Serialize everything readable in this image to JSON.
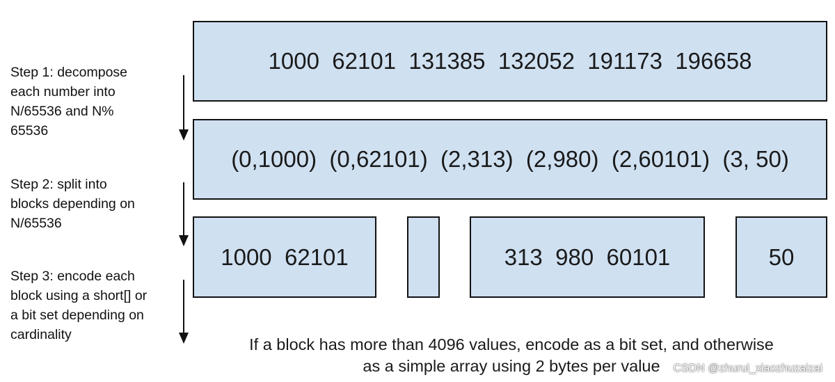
{
  "input_numbers": "1000  62101  131385  132052  191173  196658",
  "pairs": "(0,1000)  (0,62101)  (2,313)  (2,980)  (2,60101)  (3, 50)",
  "blocks": [
    {
      "text": "1000  62101"
    },
    {
      "text": ""
    },
    {
      "text": "313  980  60101"
    },
    {
      "text": "50"
    }
  ],
  "steps": [
    {
      "lines": [
        "Step 1: decompose",
        "each number into",
        "N/65536 and N%",
        "65536"
      ]
    },
    {
      "lines": [
        "Step 2: split into",
        "blocks depending on",
        "N/65536"
      ]
    },
    {
      "lines": [
        "Step 3: encode each",
        "block using a short[] or",
        "a bit set depending on",
        "cardinality"
      ]
    }
  ],
  "footnote": {
    "line1": "If a block has more than 4096 values, encode as a bit set, and otherwise",
    "line2": "as a simple array using 2 bytes per value"
  },
  "watermark": "CSDN @zhurui_xiaozhuzaizai",
  "colors": {
    "box_fill": "#cfe0f1",
    "box_border": "#111111"
  }
}
